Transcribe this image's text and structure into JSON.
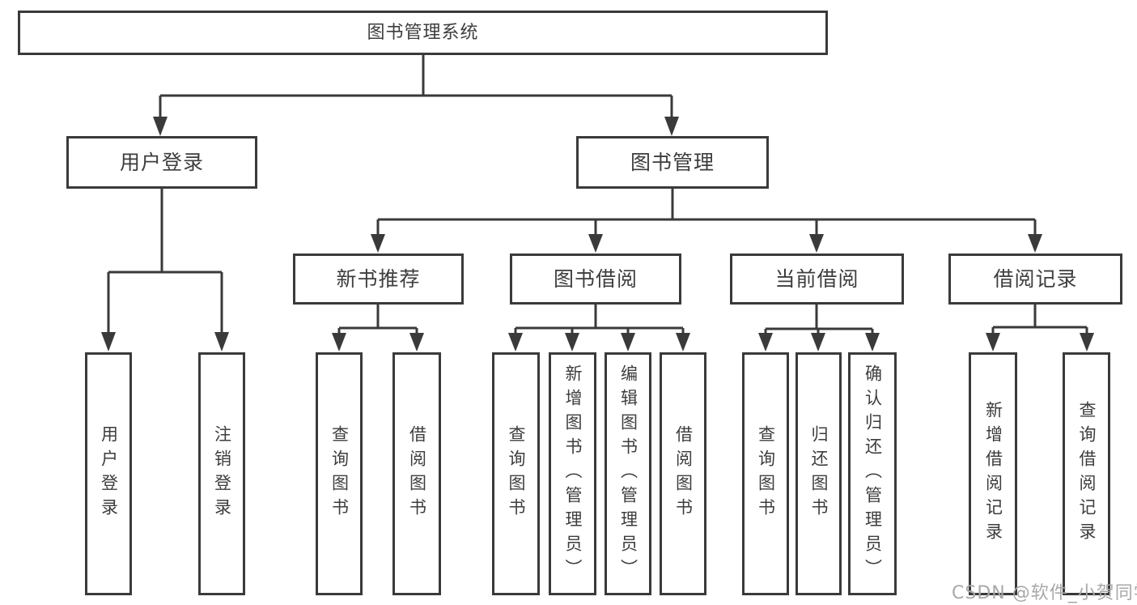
{
  "tree": {
    "root": {
      "label": "图书管理系统"
    },
    "branches": [
      {
        "label": "用户登录",
        "children": [
          {
            "label": "用户登录"
          },
          {
            "label": "注销登录"
          }
        ]
      },
      {
        "label": "图书管理",
        "children": [
          {
            "label": "新书推荐",
            "children": [
              {
                "label": "查询图书"
              },
              {
                "label": "借阅图书"
              }
            ]
          },
          {
            "label": "图书借阅",
            "children": [
              {
                "label": "查询图书"
              },
              {
                "label": "新增图书（管理员）"
              },
              {
                "label": "编辑图书（管理员）"
              },
              {
                "label": "借阅图书"
              }
            ]
          },
          {
            "label": "当前借阅",
            "children": [
              {
                "label": "查询图书"
              },
              {
                "label": "归还图书"
              },
              {
                "label": "确认归还（管理员）"
              }
            ]
          },
          {
            "label": "借阅记录",
            "children": [
              {
                "label": "新增借阅记录"
              },
              {
                "label": "查询借阅记录"
              }
            ]
          }
        ]
      }
    ]
  },
  "watermark": "CSDN @软件_小贺同学",
  "colors": {
    "line": "#3a3a3a",
    "text": "#3d3d3d",
    "watermark": "#a8a8a8",
    "background": "#ffffff"
  }
}
